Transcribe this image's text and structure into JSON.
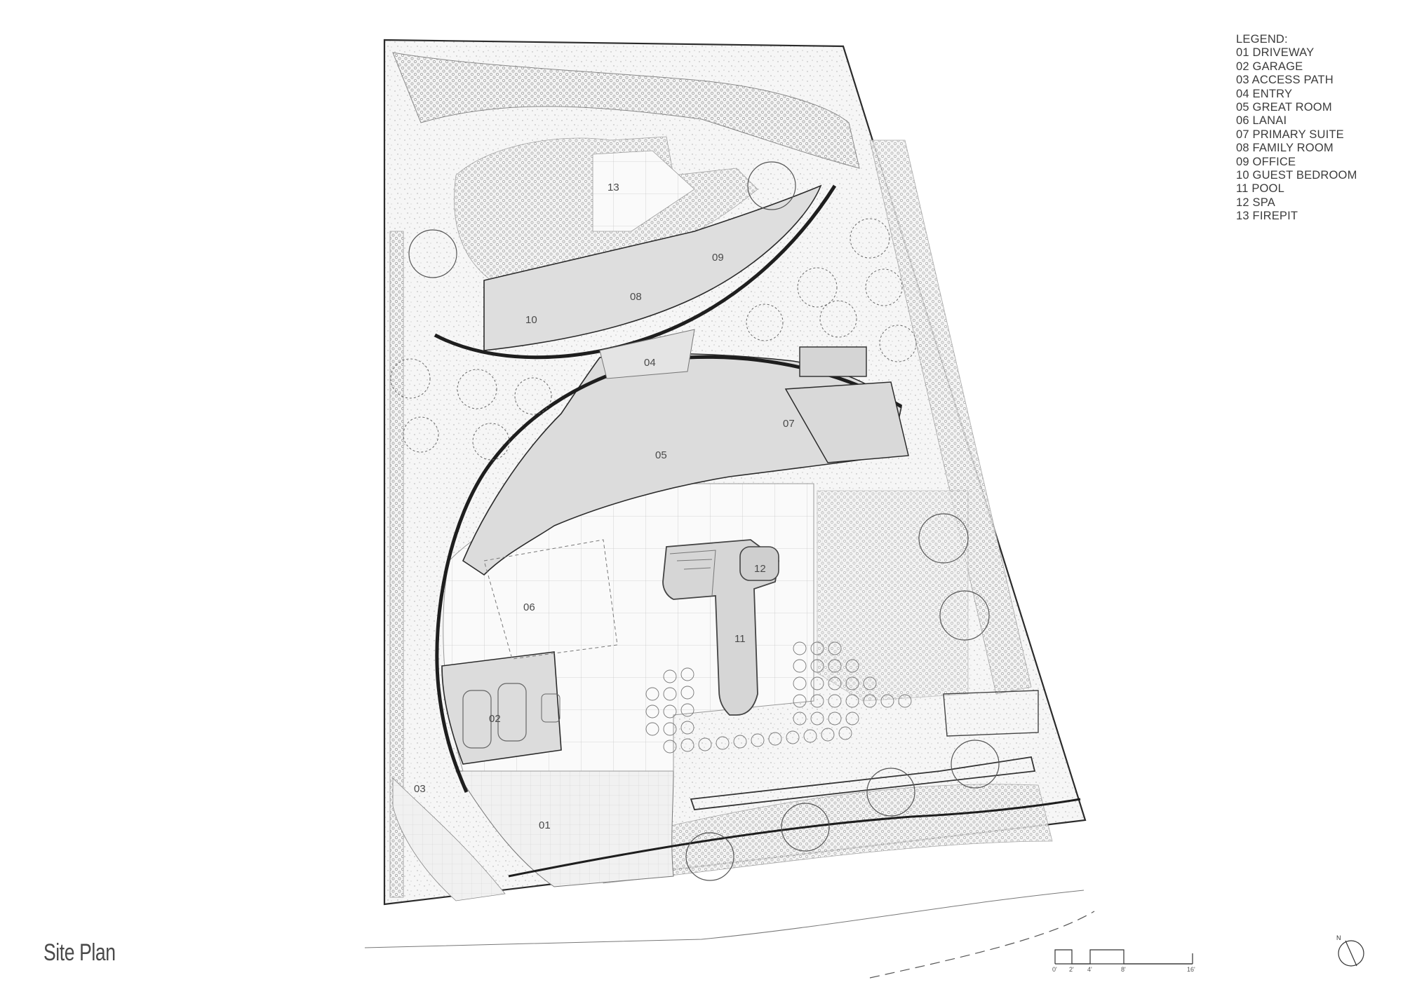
{
  "legend": {
    "title": "LEGEND:",
    "items": [
      "01 DRIVEWAY",
      "02 GARAGE",
      "03 ACCESS PATH",
      "04 ENTRY",
      "05 GREAT ROOM",
      "06 LANAI",
      "07 PRIMARY SUITE",
      "08 FAMILY ROOM",
      "09 OFFICE",
      "10 GUEST BEDROOM",
      "11 POOL",
      "12 SPA",
      "13 FIREPIT"
    ]
  },
  "title": "Site Plan",
  "room_labels": {
    "r01": "01",
    "r02": "02",
    "r03": "03",
    "r04": "04",
    "r05": "05",
    "r06": "06",
    "r07": "07",
    "r08": "08",
    "r09": "09",
    "r10": "10",
    "r11": "11",
    "r12": "12",
    "r13": "13"
  },
  "scale_bar": {
    "ticks": [
      "0'",
      "2'",
      "4'",
      "8'",
      "16'"
    ]
  },
  "north": "N",
  "colors": {
    "line": "#2b2b2b",
    "building_fill": "#d9d9d9",
    "landscape_fill": "#efefef",
    "paving_fill": "#f7f7f7"
  }
}
